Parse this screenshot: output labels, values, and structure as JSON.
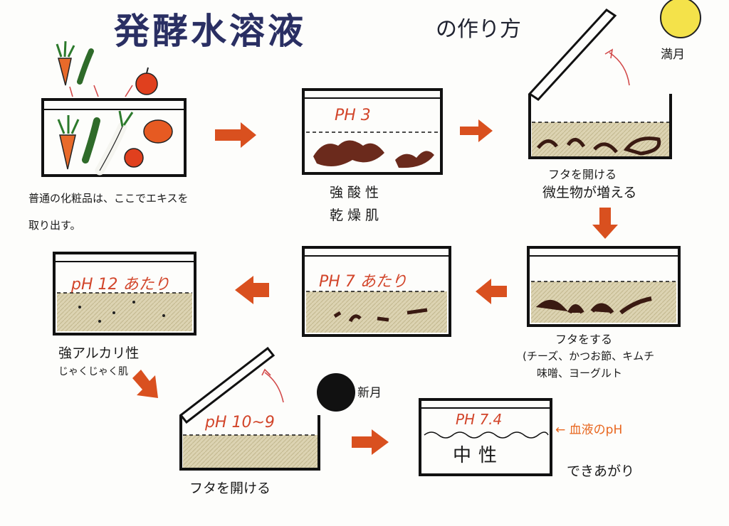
{
  "title": {
    "main": "発酵水溶液",
    "sub": "の作り方"
  },
  "moons": {
    "full": "満月",
    "new": "新月"
  },
  "steps": [
    {
      "caption_lines": [
        "普通の化粧品は、ここでエキスを",
        "取り出す。"
      ]
    },
    {
      "ph": "PH 3",
      "caption_lines": [
        "強酸性",
        "乾燥肌"
      ]
    },
    {
      "caption_lines": [
        "フタを開ける",
        "微生物が増える"
      ]
    },
    {
      "caption_lines": [
        "フタをする",
        "(チーズ、かつお節、キムチ",
        "味噌、ヨーグルト"
      ]
    },
    {
      "ph": "PH 7 あたり"
    },
    {
      "ph": "pH 12 あたり",
      "caption_lines": [
        "強アルカリ性",
        "じゃくじゃく肌"
      ]
    },
    {
      "ph": "pH 10~9",
      "caption_lines": [
        "フタを開ける"
      ]
    },
    {
      "ph": "PH      7.4",
      "inner_label": "中性",
      "note": "← 血液のpH",
      "caption_lines": [
        "できあがり"
      ]
    }
  ],
  "colors": {
    "arrow": "#d9501f",
    "outline": "#111111",
    "liquid": "#d8cfae",
    "title": "#2a2f63",
    "moon_full": "#f4e24a",
    "ph_text": "#d2452a",
    "note": "#e8661e"
  },
  "icons": [
    "carrot-icon",
    "cucumber-icon",
    "apple-icon",
    "radish-icon",
    "tomato-icon",
    "full-moon-icon",
    "new-moon-icon"
  ]
}
